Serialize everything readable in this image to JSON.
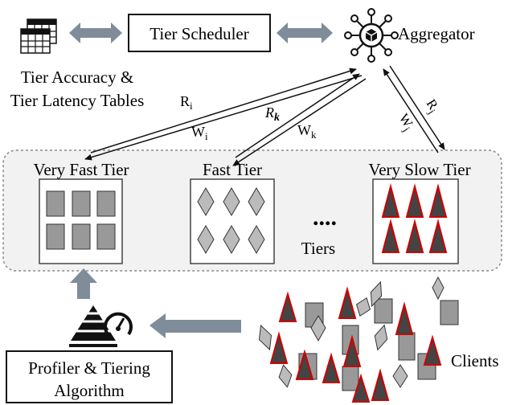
{
  "scheduler": {
    "label": "Tier Scheduler"
  },
  "aggregator": {
    "label": "Aggregator"
  },
  "tables": {
    "line1": "Tier Accuracy &",
    "line2": "Tier Latency Tables"
  },
  "tiers": {
    "very_fast": "Very Fast Tier",
    "fast": "Fast Tier",
    "very_slow": "Very Slow Tier",
    "ellipsis": "....",
    "label": "Tiers"
  },
  "links": {
    "r_i": "R",
    "r_i_sub": "i",
    "w_i": "W",
    "w_i_sub": "i",
    "r_k": "R",
    "r_k_sub": "k",
    "w_k": "W",
    "w_k_sub": "k",
    "r_j": "R",
    "r_j_sub": "j",
    "w_j": "W",
    "w_j_sub": "j"
  },
  "profiler": {
    "line1": "Profiler & Tiering",
    "line2": "Algorithm"
  },
  "clients": {
    "label": "Clients"
  },
  "colors": {
    "arrow": "#7f8c99",
    "shape": "#999999",
    "triangle": "#444444",
    "triangle_edge": "#d00000",
    "panel": "#f2f2f2"
  }
}
